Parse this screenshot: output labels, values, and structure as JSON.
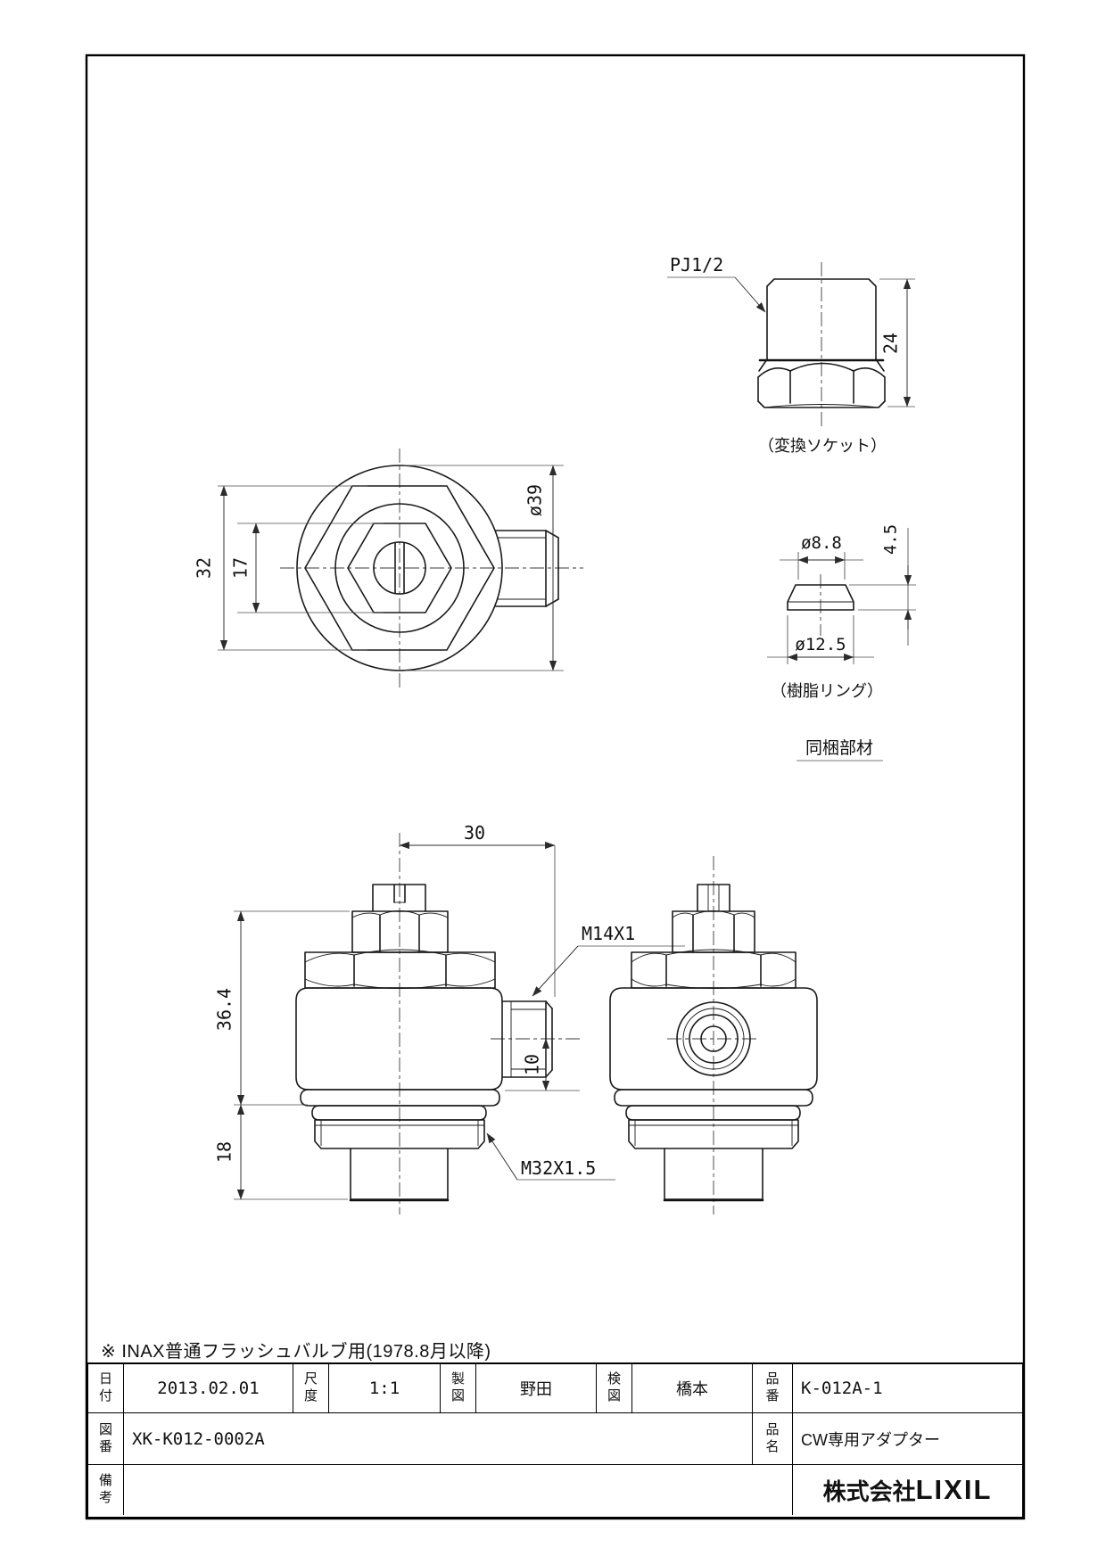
{
  "drawing": {
    "note": "※ INAX普通フラッシュバルブ用(1978.8月以降)",
    "top_view": {
      "dim_across_flats": "32",
      "dim_inner_hex": "17",
      "dim_outer_dia": "ø39"
    },
    "socket_detail": {
      "thread_label": "PJ1/2",
      "dim_height": "24",
      "caption": "（変換ソケット）"
    },
    "ring_detail": {
      "dim_top_dia": "ø8.8",
      "dim_thickness": "4.5",
      "dim_bottom_dia": "ø12.5",
      "caption": "（樹脂リング）",
      "included_note": "同梱部材"
    },
    "front_view": {
      "dim_port_offset": "30",
      "dim_upper_height": "36.4",
      "dim_lower_height": "18",
      "dim_port_length": "10",
      "port_thread": "M14X1",
      "base_thread": "M32X1.5"
    }
  },
  "title_block": {
    "date_label": "日付",
    "date_value": "2013.02.01",
    "scale_label": "尺度",
    "scale_value": "1:1",
    "drafter_label": "製図",
    "drafter_value": "野田",
    "checker_label": "検図",
    "checker_value": "橋本",
    "part_no_label": "品番",
    "part_no_value": "K-012A-1",
    "drawing_no_label": "図番",
    "drawing_no_value": "XK-K012-0002A",
    "product_name_label": "品名",
    "product_name_value": "CW専用アダプター",
    "remarks_label": "備考",
    "company_prefix": "株式会社",
    "company_name": "LIXIL"
  }
}
